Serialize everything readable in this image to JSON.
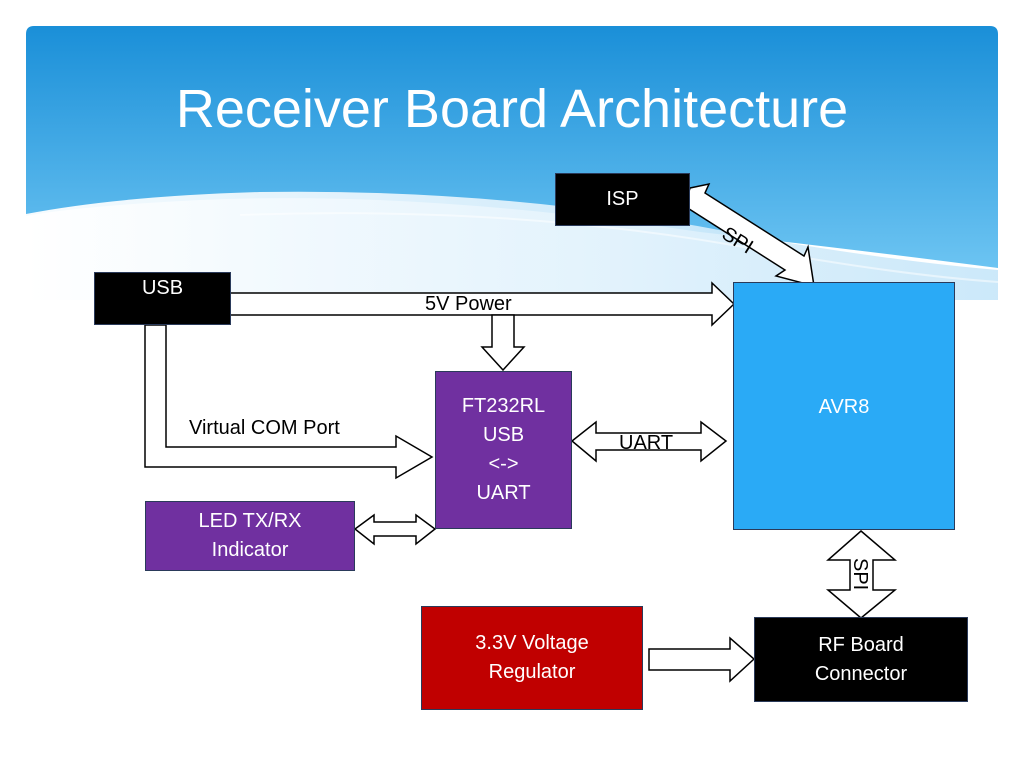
{
  "slide": {
    "title": "Receiver Board Architecture"
  },
  "colors": {
    "header_top": "#1a8fd8",
    "header_bottom": "#6cc4f2",
    "black_block": "#000000",
    "purple_block": "#7030a0",
    "blue_block": "#2aaaf6",
    "red_block": "#c00000",
    "arrow_fill": "#ffffff",
    "arrow_stroke": "#000000"
  },
  "blocks": {
    "isp": "ISP",
    "usb": "USB",
    "avr8": "AVR8",
    "ft232rl": "FT232RL\nUSB\n<->\nUART",
    "led": "LED TX/RX\nIndicator",
    "regulator": "3.3V Voltage\nRegulator",
    "rf_connector": "RF Board\nConnector"
  },
  "labels": {
    "spi_isp": "SPI",
    "power": "5V Power",
    "virtual_com": "Virtual COM Port",
    "uart": "UART",
    "spi_rf": "SPI"
  }
}
